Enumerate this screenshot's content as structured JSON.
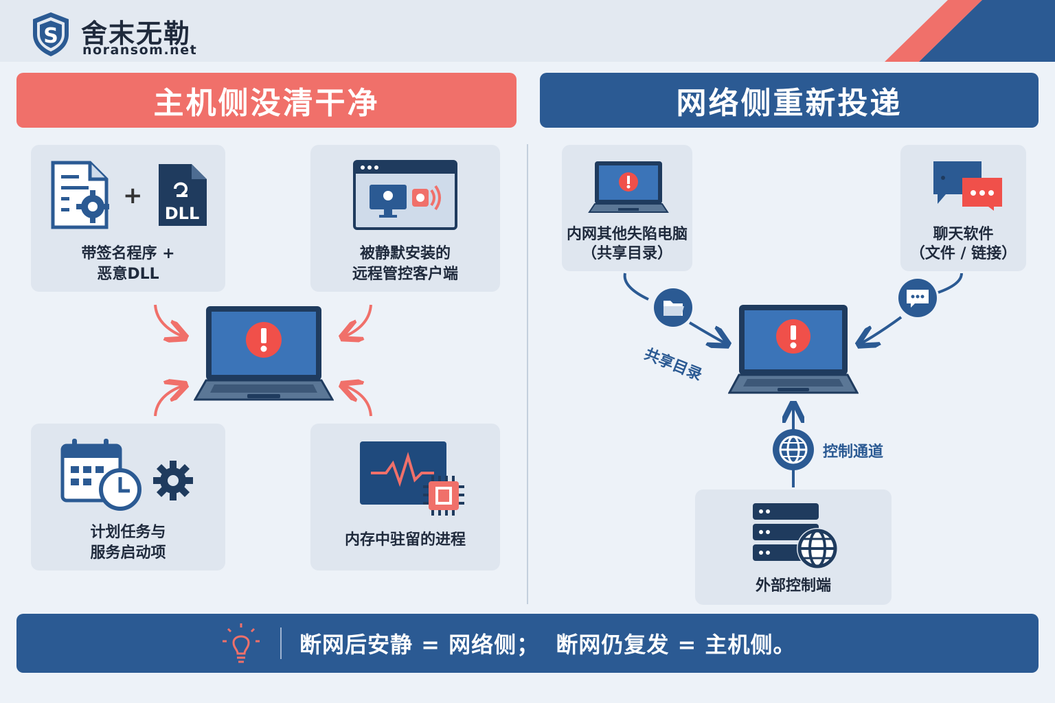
{
  "brand": {
    "name": "舍末无勒",
    "url": "noransom.net",
    "colors": {
      "primary": "#2b5a93",
      "accent": "#f0706a",
      "card": "#dfe6ef",
      "background": "#edf2f8"
    }
  },
  "left_panel": {
    "title": "主机侧没清干净",
    "cards": [
      {
        "icon": "signed-document-gear-icon",
        "label_line1": "带签名程序 +",
        "label_line2": "恶意DLL",
        "plus": "+",
        "dll_text": "DLL"
      },
      {
        "icon": "remote-desktop-window-icon",
        "label_line1": "被静默安装的",
        "label_line2": "远程管控客户端"
      },
      {
        "icon": "calendar-clock-gear-icon",
        "label_line1": "计划任务与",
        "label_line2": "服务启动项"
      },
      {
        "icon": "memory-process-chip-icon",
        "label_line1": "内存中驻留的进程"
      }
    ],
    "center": "infected-laptop-icon"
  },
  "right_panel": {
    "title": "网络侧重新投递",
    "cards": [
      {
        "icon": "infected-laptop-icon",
        "label_line1": "内网其他失陷电脑",
        "label_line2": "（共享目录）"
      },
      {
        "icon": "chat-bubbles-icon",
        "label_line1": "聊天软件",
        "label_line2": "（文件 / 链接）"
      },
      {
        "icon": "server-globe-icon",
        "label_line1": "外部控制端"
      }
    ],
    "edges": {
      "shared_folder": "共享目录",
      "control_channel": "控制通道"
    }
  },
  "footer": {
    "icon": "lightbulb-icon",
    "text": "断网后安静 = 网络侧；  断网仍复发 = 主机侧。"
  }
}
